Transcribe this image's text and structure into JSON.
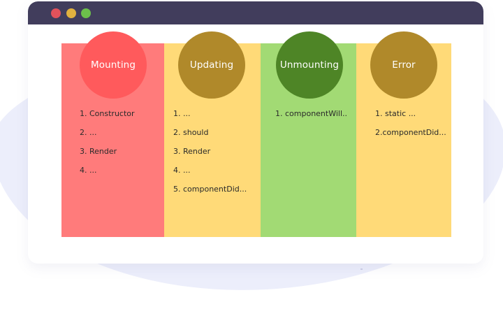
{
  "window": {
    "controls": [
      {
        "name": "close",
        "color": "#e2525b"
      },
      {
        "name": "minimize",
        "color": "#e1b13f"
      },
      {
        "name": "maximize",
        "color": "#6cbf4b"
      }
    ]
  },
  "columns": [
    {
      "title": "Mounting",
      "panel_color": "#ff7b7b",
      "circle_color": "#ff5a5c",
      "items": [
        "1. Constructor",
        "2. ...",
        "3. Render",
        "4. ..."
      ]
    },
    {
      "title": "Updating",
      "panel_color": "#ffda78",
      "circle_color": "#b0892a",
      "items": [
        "1. ...",
        "2. should",
        "3. Render",
        "4. ...",
        "5. componentDid..."
      ]
    },
    {
      "title": "Unmounting",
      "panel_color": "#a2da74",
      "circle_color": "#4e8526",
      "items": [
        "1. componentWill.."
      ]
    },
    {
      "title": "Error",
      "panel_color": "#ffda78",
      "circle_color": "#b0892a",
      "items": [
        "1. static ...",
        "2.componentDid..."
      ]
    }
  ]
}
